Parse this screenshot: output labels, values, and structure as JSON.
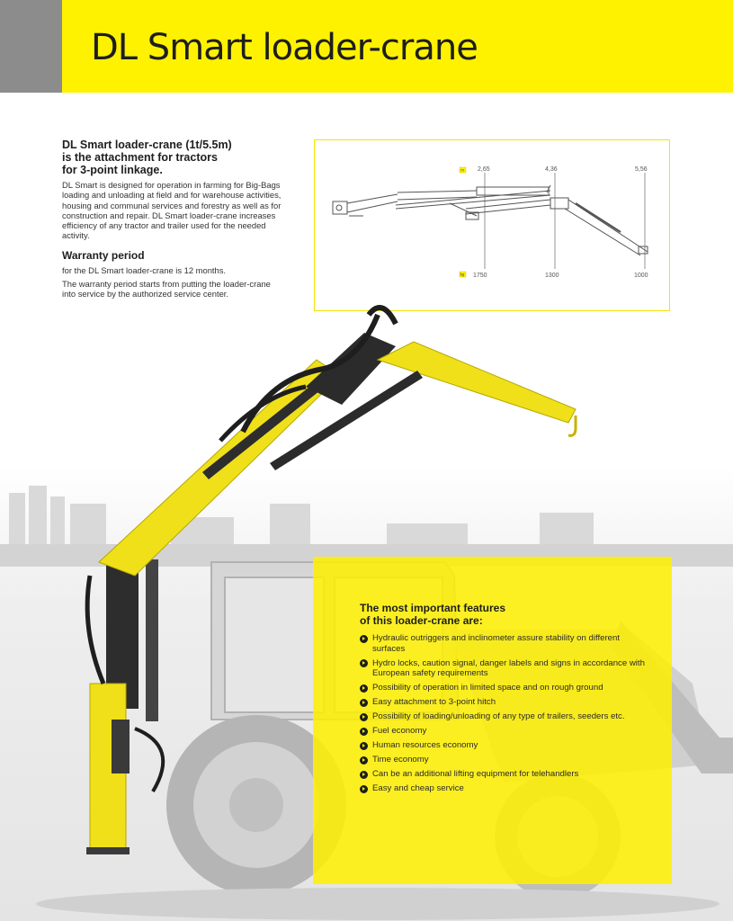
{
  "header": {
    "title": "DL Smart loader-crane",
    "accent_color": "#fff200",
    "side_color": "#8c8c8c"
  },
  "intro": {
    "heading_line1": "DL Smart loader-crane (1t/5.5m)",
    "heading_line2": "is the attachment for tractors",
    "heading_line3": "for 3-point linkage.",
    "body": "DL Smart is designed for operation in farming for Big-Bags loading and unloading at field and for warehouse activities, housing and communal services and forestry as well as for construction and repair. DL Smart loader-crane increases efficiency of any tractor and trailer used for the needed activity."
  },
  "warranty": {
    "heading": "Warranty period",
    "line1": "for the DL Smart loader-crane is 12 months.",
    "line2": "The warranty period starts from putting the loader-crane into service by the authorized service center."
  },
  "diagram": {
    "reach_badge": "m",
    "load_badge": "kg",
    "reach_values": [
      "2,65",
      "4,36",
      "5,56"
    ],
    "load_values": [
      "1750",
      "1300",
      "1000"
    ]
  },
  "features": {
    "title_line1": "The most important features",
    "title_line2": "of this loader-crane are:",
    "items": [
      "Hydraulic outriggers and inclinometer assure stability on different surfaces",
      "Hydro locks, caution signal, danger labels and signs in accordance with European safety requirements",
      "Possibility of operation in limited space and on rough ground",
      "Easy attachment to 3-point hitch",
      "Possibility of loading/unloading of any type of trailers, seeders etc.",
      "Fuel economy",
      "Human resources economy",
      "Time economy",
      "Can be an additional lifting equipment for telehandlers",
      "Easy and cheap service"
    ]
  }
}
